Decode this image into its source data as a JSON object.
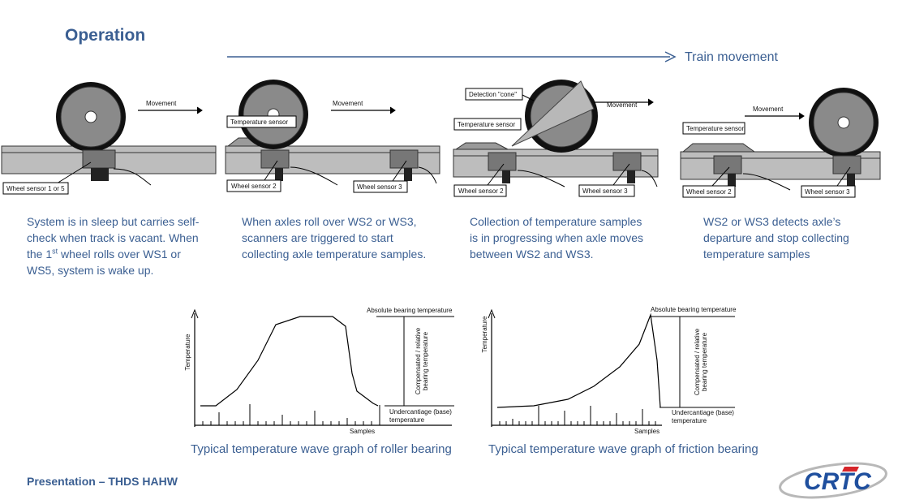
{
  "title": "Operation",
  "train_movement": "Train movement",
  "panels": [
    {
      "movement": "Movement",
      "wheel_sensor": "Wheel sensor 1 or 5",
      "description": {
        "pre": "System is in sleep but carries self-check when track is vacant. When the 1",
        "sup": "st",
        "post": " wheel rolls over WS1 or WS5, system is wake up."
      }
    },
    {
      "movement": "Movement",
      "temperature_sensor": "Temperature sensor",
      "wheel_sensor_a": "Wheel sensor 2",
      "wheel_sensor_b": "Wheel sensor 3",
      "description": "When axles roll over WS2 or WS3, scanners are triggered  to start collecting axle temperature samples."
    },
    {
      "movement": "Movement",
      "detection_cone": "Detection \"cone\"",
      "temperature_sensor": "Temperature sensor",
      "wheel_sensor_a": "Wheel sensor 2",
      "wheel_sensor_b": "Wheel sensor 3",
      "description": "Collection of  temperature samples is in progressing when axle moves between WS2 and WS3."
    },
    {
      "movement": "Movement",
      "temperature_sensor": "Temperature sensor",
      "wheel_sensor_a": "Wheel sensor 2",
      "wheel_sensor_b": "Wheel sensor 3",
      "description": "WS2 or WS3 detects axle’s departure and stop collecting temperature samples"
    }
  ],
  "graphs": [
    {
      "y_axis": "Temperature",
      "x_axis": "Samples",
      "top_label": "Absolute bearing temperature",
      "mid_label_line1": "Compensated / relative",
      "mid_label_line2": "bearing temperature",
      "bottom_label_line1": "Undercantiage (base)",
      "bottom_label_line2": "temperature",
      "caption": "Typical temperature wave graph of roller bearing"
    },
    {
      "y_axis": "Temperature",
      "x_axis": "Samples",
      "top_label": "Absolute bearing temperature",
      "mid_label_line1": "Compensated / relative",
      "mid_label_line2": "bearing temperature",
      "bottom_label_line1": "Undercantiage (base)",
      "bottom_label_line2": "temperature",
      "caption": "Typical temperature wave graph of friction bearing"
    }
  ],
  "footer": "Presentation – THDS HAHW",
  "logo": "CRTC",
  "colors": {
    "heading": "#3b5f92",
    "logo_blue": "#1f4f9e",
    "logo_red": "#d6262b"
  }
}
